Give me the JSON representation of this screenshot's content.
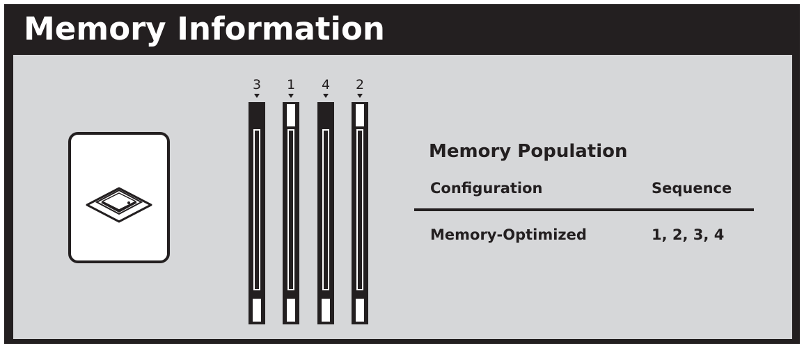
{
  "header": {
    "title": "Memory Information"
  },
  "processor": {
    "icon": "cpu-chip-icon"
  },
  "slots": [
    {
      "label": "3",
      "populated_top": true
    },
    {
      "label": "1",
      "populated_top": false
    },
    {
      "label": "4",
      "populated_top": true
    },
    {
      "label": "2",
      "populated_top": false
    }
  ],
  "population": {
    "title": "Memory Population",
    "columns": {
      "configuration": "Configuration",
      "sequence": "Sequence"
    },
    "rows": [
      {
        "configuration": "Memory-Optimized",
        "sequence": "1, 2, 3, 4"
      }
    ]
  },
  "colors": {
    "dark": "#231f20",
    "panel_bg": "#d6d7d9",
    "white": "#ffffff"
  }
}
